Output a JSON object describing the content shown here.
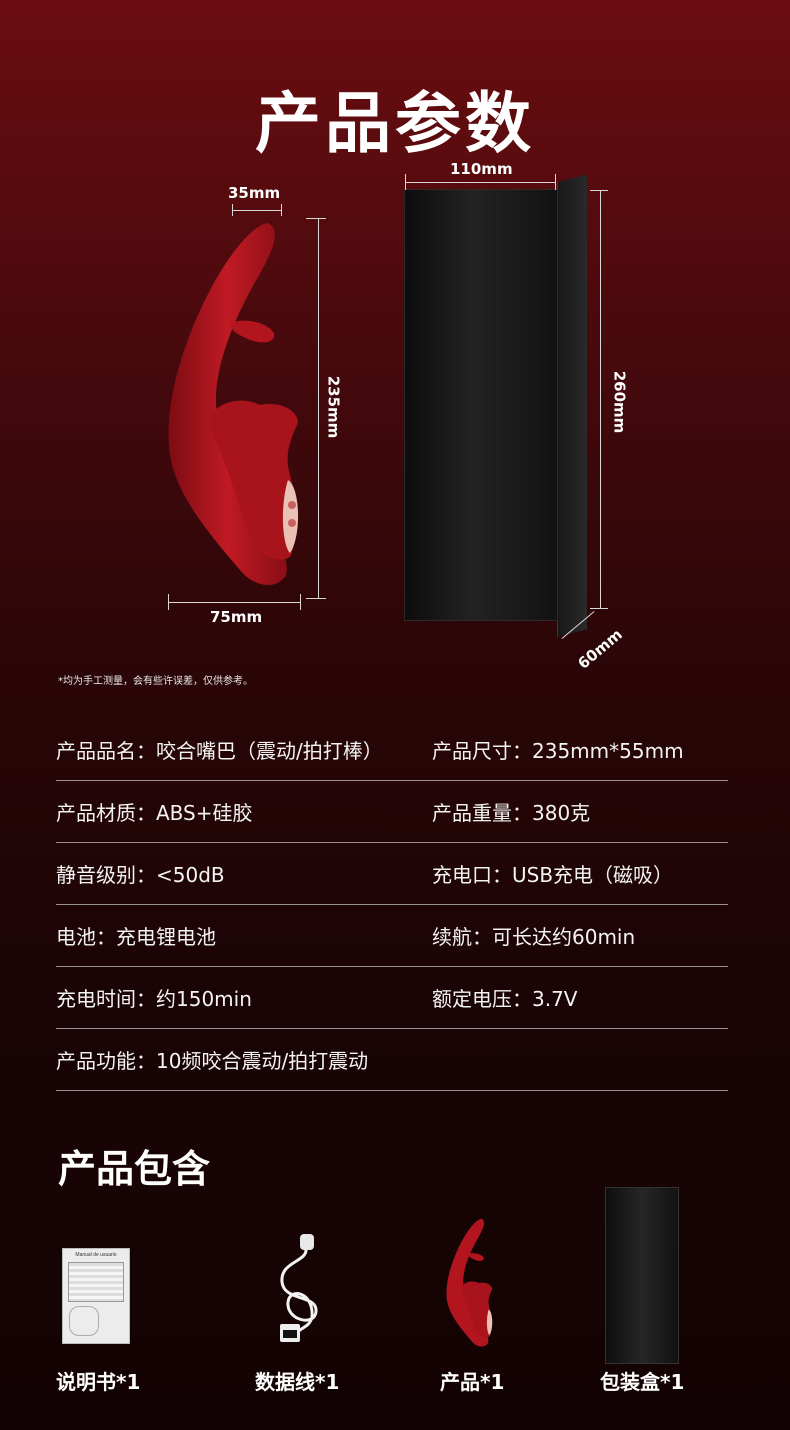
{
  "page": {
    "title": "产品参数",
    "note": "*均为手工测量，会有些许误差，仅供参考。"
  },
  "dimensions": {
    "product_top_width": "35mm",
    "product_height": "235mm",
    "product_bottom_width": "75mm",
    "box_width": "110mm",
    "box_height": "260mm",
    "box_depth": "60mm"
  },
  "specs": [
    {
      "left": "产品品名：咬合嘴巴（震动/拍打棒）",
      "right": "产品尺寸：235mm*55mm"
    },
    {
      "left": "产品材质：ABS+硅胶",
      "right": "产品重量：380克"
    },
    {
      "left": "静音级别：<50dB",
      "right": "充电口：USB充电（磁吸）"
    },
    {
      "left": "电池：充电锂电池",
      "right": "续航：可长达约60min"
    },
    {
      "left": "充电时间：约150min",
      "right": "额定电压：3.7V"
    },
    {
      "left": "产品功能：10频咬合震动/拍打震动",
      "right": ""
    }
  ],
  "package": {
    "title": "产品包含",
    "items": [
      {
        "label": "说明书*1",
        "icon": "manual-icon"
      },
      {
        "label": "数据线*1",
        "icon": "cable-icon"
      },
      {
        "label": "产品*1",
        "icon": "product-icon"
      },
      {
        "label": "包装盒*1",
        "icon": "box-icon"
      }
    ],
    "manual_heading": "Manual de usuario"
  },
  "colors": {
    "product_red": "#b3151f",
    "background_top": "#6b0d10",
    "background_bottom": "#140304"
  }
}
